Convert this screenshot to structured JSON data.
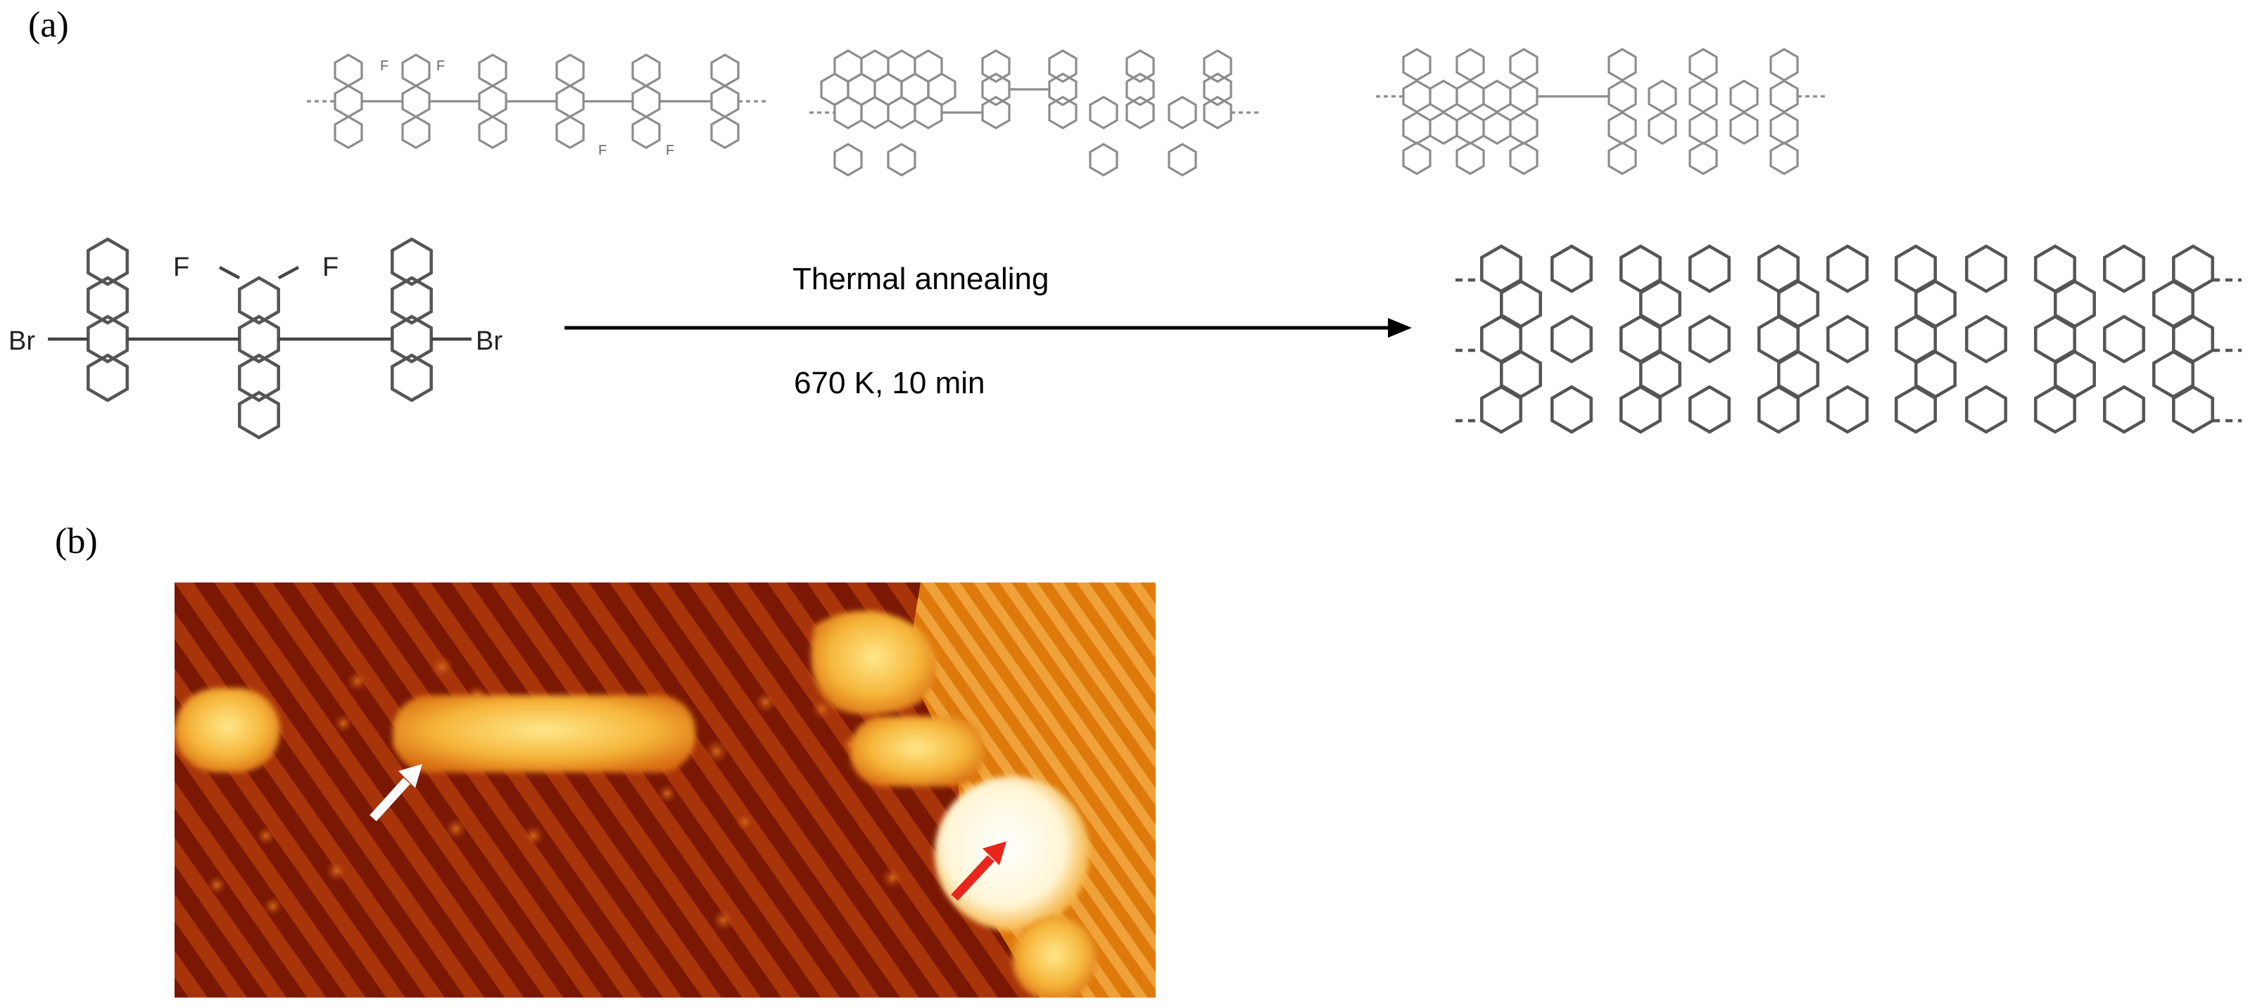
{
  "panel_a": {
    "label": "(a)",
    "reaction": {
      "condition_top": "Thermal annealing",
      "condition_bottom": "670 K, 10 min"
    },
    "precursor_atoms": {
      "br_left": "Br",
      "br_right": "Br",
      "f_left": "F",
      "f_right": "F"
    },
    "intermediate_atoms": {
      "f1": "F",
      "f2": "F",
      "f3": "F",
      "f4": "F"
    }
  },
  "panel_b": {
    "label": "(b)",
    "colors": {
      "substrate_dark": "#8a1d06",
      "substrate_mid": "#b53c0a",
      "terrace_upper": "#e98a10",
      "molecule": "#f6b73a",
      "molecule_bright": "#ffe070",
      "blob": "#fffbe8",
      "arrow_white": "#ffffff",
      "arrow_red": "#e8261c"
    },
    "arrows": [
      "white-arrow",
      "red-arrow"
    ]
  }
}
